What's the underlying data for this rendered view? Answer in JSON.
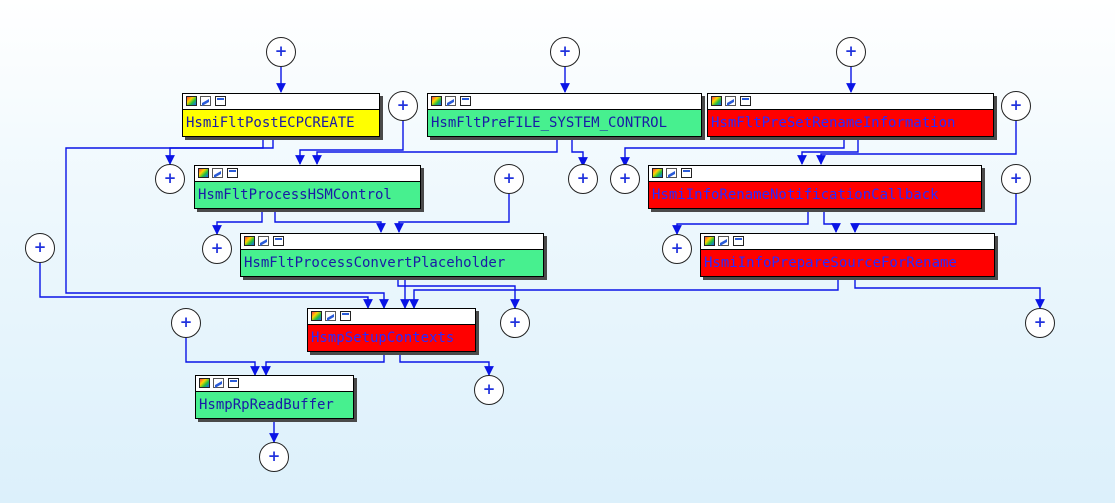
{
  "graph": {
    "expand_symbol": "+",
    "edge_color": "#0a14e6",
    "nodes": [
      {
        "id": "n1",
        "label": "HsmiFltPostECPCREATE",
        "color": "yellow"
      },
      {
        "id": "n2",
        "label": "HsmFltPreFILE_SYSTEM_CONTROL",
        "color": "green"
      },
      {
        "id": "n3",
        "label": "HsmFltPreSetRenameInformation",
        "color": "red"
      },
      {
        "id": "n4",
        "label": "HsmFltProcessHSMControl",
        "color": "green"
      },
      {
        "id": "n5",
        "label": "HsmiInfoRenameNotificationCallback",
        "color": "red"
      },
      {
        "id": "n6",
        "label": "HsmFltProcessConvertPlaceholder",
        "color": "green"
      },
      {
        "id": "n7",
        "label": "HsmiInfoPrepareSourceForRename",
        "color": "red"
      },
      {
        "id": "n8",
        "label": "HsmpSetupContexts",
        "color": "red"
      },
      {
        "id": "n9",
        "label": "HsmpRpReadBuffer",
        "color": "green"
      }
    ]
  }
}
